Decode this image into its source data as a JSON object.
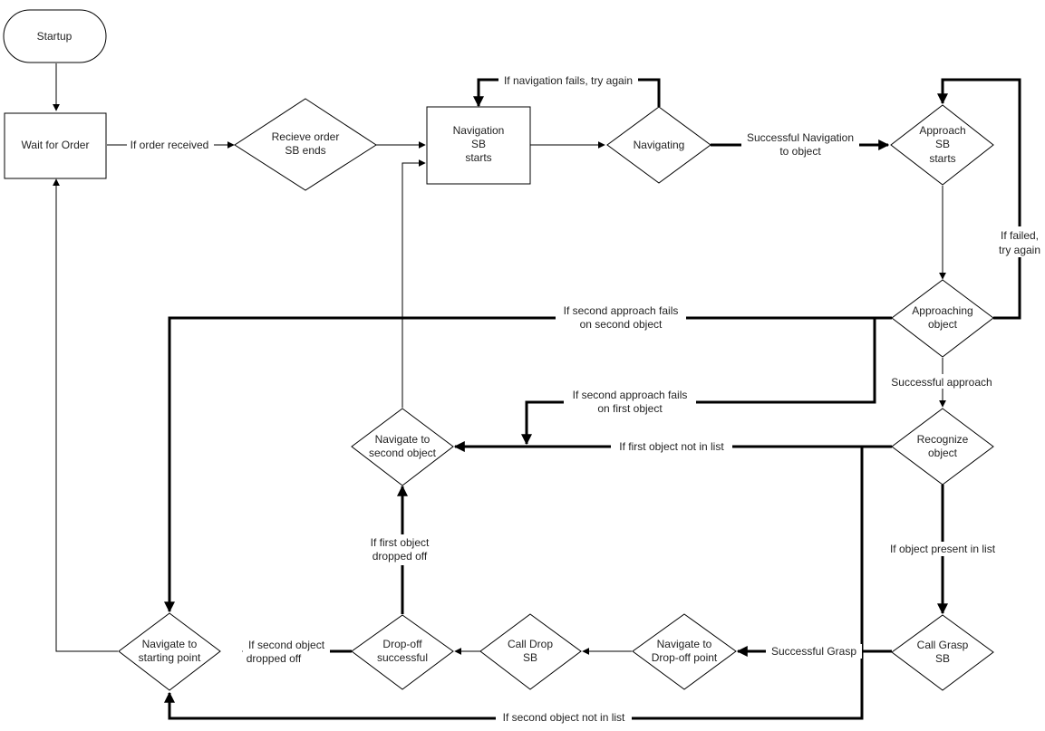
{
  "nodes": {
    "startup": [
      "Startup"
    ],
    "wait_for_order": [
      "Wait for Order"
    ],
    "receive_order": [
      "Recieve order",
      "SB ends"
    ],
    "navigation_sb": [
      "Navigation",
      "SB",
      "starts"
    ],
    "navigating": [
      "Navigating"
    ],
    "approach_sb": [
      "Approach",
      "SB",
      "starts"
    ],
    "approaching_object": [
      "Approaching",
      "object"
    ],
    "recognize_object": [
      "Recognize",
      "object"
    ],
    "navigate_second": [
      "Navigate to",
      "second object"
    ],
    "call_grasp": [
      "Call Grasp",
      "SB"
    ],
    "navigate_dropoff": [
      "Navigate to",
      "Drop-off point"
    ],
    "call_drop": [
      "Call Drop",
      "SB"
    ],
    "dropoff_successful": [
      "Drop-off",
      "successful"
    ],
    "navigate_start": [
      "Navigate to",
      "starting point"
    ]
  },
  "edges": {
    "order_received": [
      "If order received"
    ],
    "nav_fails": [
      "If navigation fails, try again"
    ],
    "successful_navigation": [
      "Successful Navigation",
      "to object"
    ],
    "failed_retry": [
      "If failed,",
      "try again"
    ],
    "second_fails_second": [
      "If second approach fails",
      "on second object"
    ],
    "successful_approach": [
      "Successful approach"
    ],
    "second_fails_first": [
      "If second approach fails",
      "on first object"
    ],
    "first_not_in_list": [
      "If first object not in list"
    ],
    "present_in_list": [
      "If object present in list"
    ],
    "successful_grasp": [
      "Successful Grasp"
    ],
    "first_dropped": [
      "If first object",
      "dropped off"
    ],
    "second_dropped": [
      "If second object",
      "dropped off"
    ],
    "second_not_in_list": [
      "If second object not in list"
    ]
  }
}
